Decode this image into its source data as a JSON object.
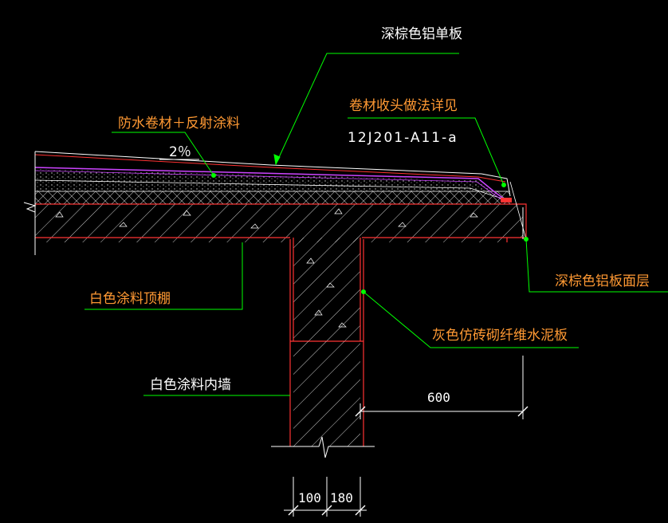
{
  "colors": {
    "background": "#000000",
    "leader": "#00ff00",
    "outline": "#ff3333",
    "hatch": "#ffffff",
    "membrane": "#cc44ff",
    "label_orange": "#ff9933",
    "label_white": "#ffffff"
  },
  "labels": {
    "aluminum_panel": "深棕色铝单板",
    "waterproof": "防水卷材＋反射涂料",
    "slope": "2％",
    "detail_ref_title": "卷材收头做法详见",
    "detail_ref_code": "12J201-A11-a",
    "fascia": "深棕色铝板面层",
    "ceiling": "白色涂料顶棚",
    "fiber_cement": "灰色仿砖砌纤维水泥板",
    "inner_wall": "白色涂料内墙"
  },
  "dimensions": {
    "dim_600": "600",
    "dim_100": "100",
    "dim_180": "180"
  }
}
